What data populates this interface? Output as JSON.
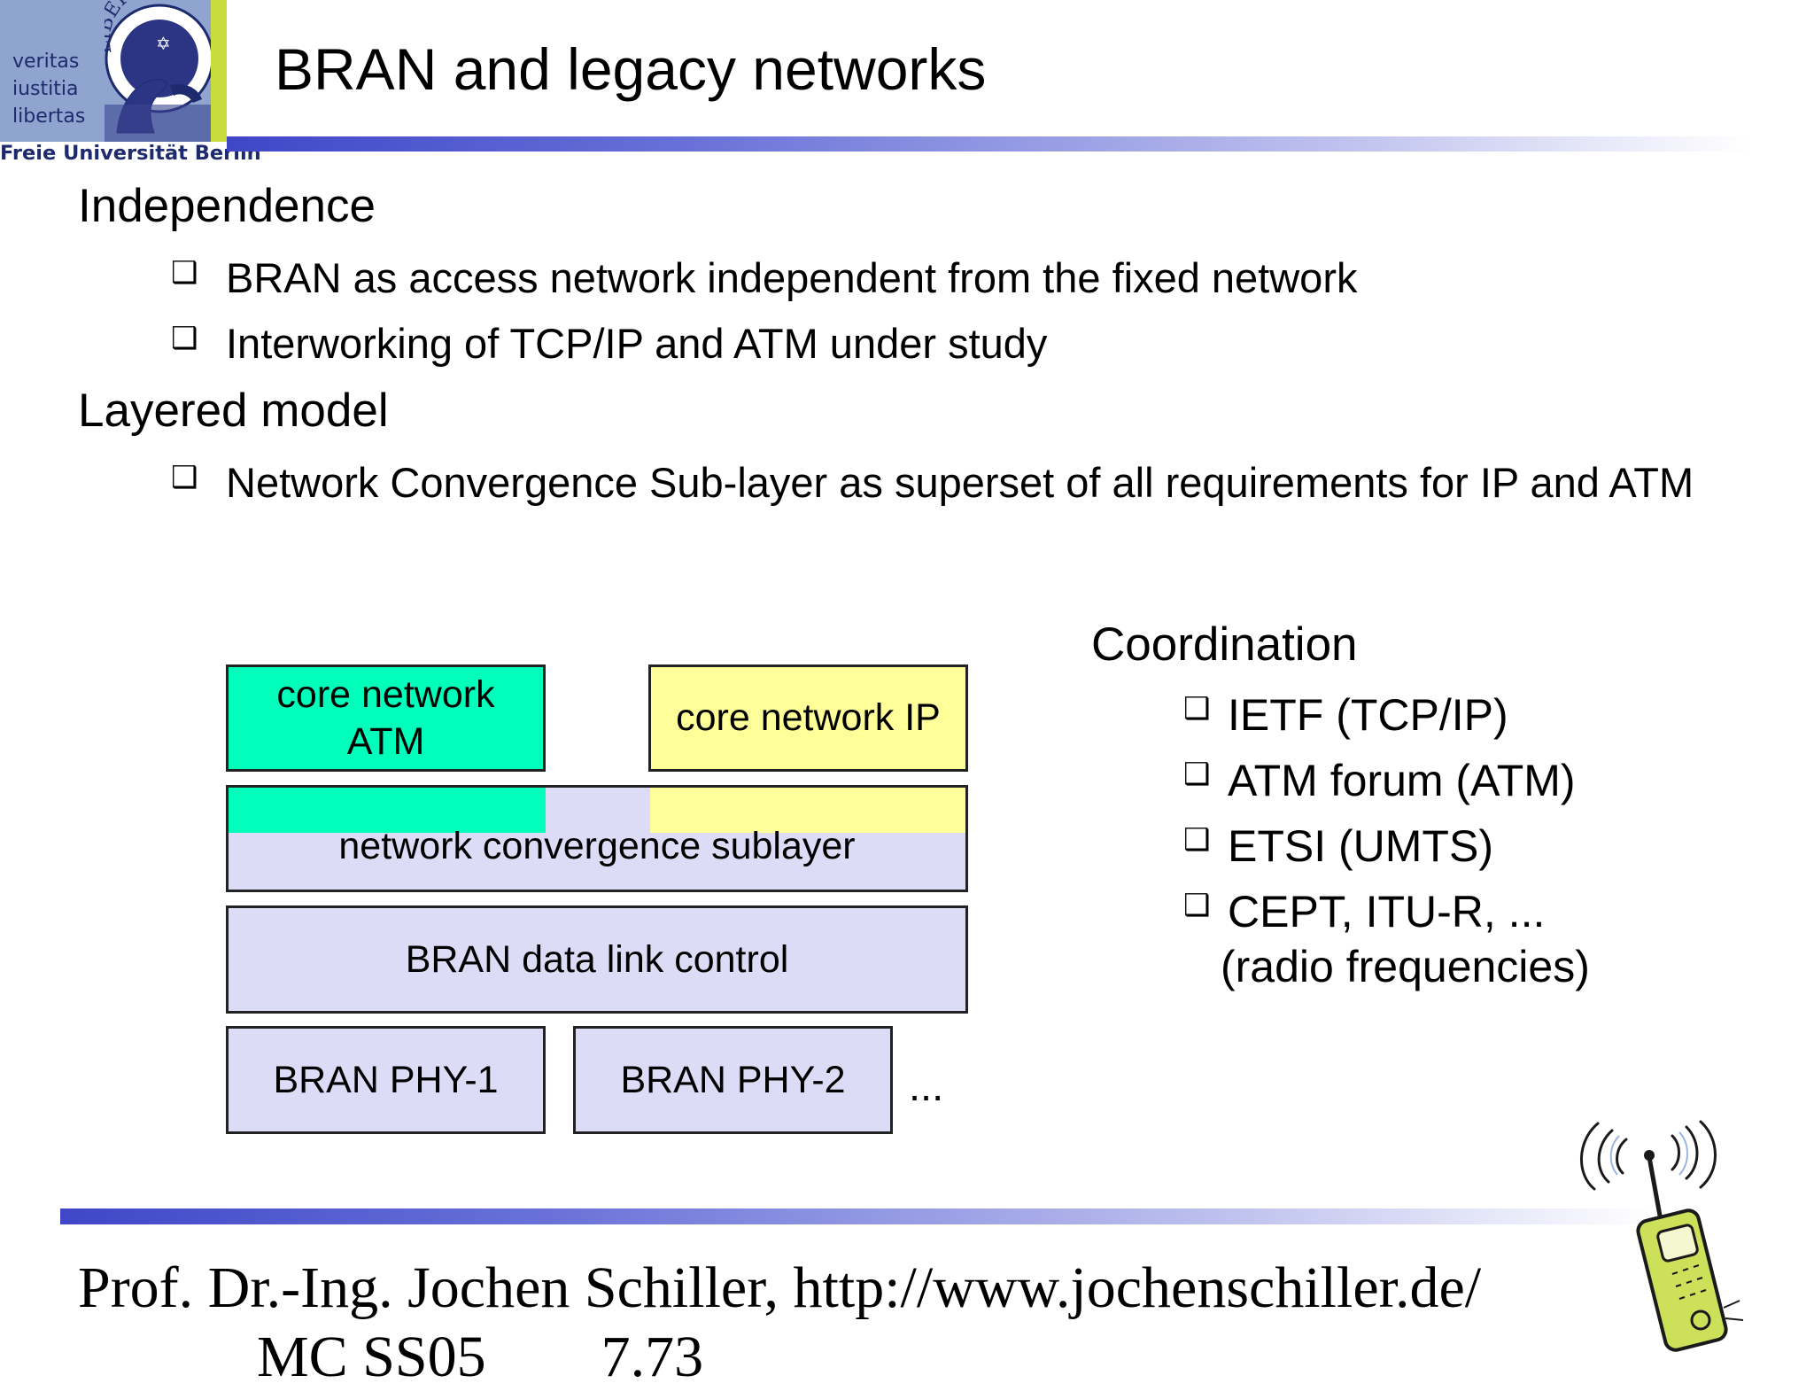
{
  "logo": {
    "motto": [
      "veritas",
      "iustitia",
      "libertas"
    ],
    "seal_text": "LIBERTAS",
    "university": "Freie Universität Berlin"
  },
  "slide": {
    "title": "BRAN and legacy networks",
    "bullet_glyph": "❑",
    "sections": [
      {
        "heading": "Independence",
        "items": [
          "BRAN as access network independent from the fixed network",
          "Interworking of TCP/IP and ATM under study"
        ]
      },
      {
        "heading": "Layered model",
        "items": [
          "Network Convergence Sub-layer as superset of all requirements for IP and ATM"
        ]
      }
    ]
  },
  "diagram": {
    "core_atm": "core network ATM",
    "core_ip": "core network IP",
    "convergence": "network convergence sublayer",
    "dlc": "BRAN data link control",
    "phy1": "BRAN PHY-1",
    "phy2": "BRAN PHY-2",
    "more": "...",
    "colors": {
      "atm": "#00ffbb",
      "ip": "#ffff99",
      "layer": "#dcdcf6"
    }
  },
  "coordination": {
    "heading": "Coordination",
    "items": [
      "IETF (TCP/IP)",
      "ATM forum (ATM)",
      "ETSI (UMTS)",
      "CEPT, ITU-R, ..."
    ],
    "note": "(radio frequencies)"
  },
  "footer": {
    "line1": "Prof. Dr.-Ing. Jochen Schiller, http://www.jochenschiller.de/",
    "course": "MC SS05",
    "page": "7.73"
  }
}
